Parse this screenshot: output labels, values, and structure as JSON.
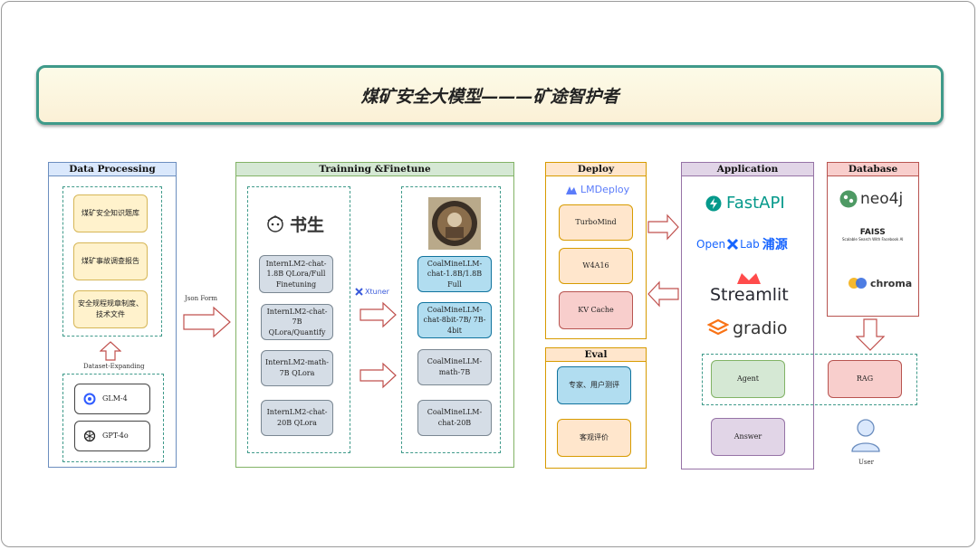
{
  "banner": {
    "title": "煤矿安全大模型———矿途智护者"
  },
  "data_processing": {
    "title": "Data Processing",
    "items": [
      "煤矿安全知识题库",
      "煤矿事故调查报告",
      "安全规程规章制度、技术文件"
    ],
    "expanding_label": "Dataset-Expanding",
    "models": [
      "GLM-4",
      "GPT-4o"
    ],
    "json_label": "Json Form"
  },
  "training": {
    "title": "Trainning &Finetune",
    "logo_text": "书生",
    "base_models": [
      "InternLM2-chat-1.8B QLora/Full Finetuning",
      "InternLM2-chat-7B QLora/Quantify",
      "InternLM2-math-7B QLora",
      "InternLM2-chat-20B QLora"
    ],
    "xtuner_label": "Xtuner",
    "finetuned_models": [
      "CoalMineLLM-chat-1.8B/1.8B Full",
      "CoalMineLLM-chat-8bit-7B/ 7B-4bit",
      "CoalMineLLM-math-7B",
      "CoalMineLLM-chat-20B"
    ]
  },
  "deploy": {
    "title": "Deploy",
    "logo_text": "LMDeploy",
    "items": [
      "TurboMind",
      "W4A16",
      "KV Cache"
    ]
  },
  "eval": {
    "title": "Eval",
    "items": [
      "专家、用户测评",
      "客观评价"
    ]
  },
  "application": {
    "title": "Application",
    "logos": {
      "fastapi": "FastAPI",
      "openxlab_a": "Open",
      "openxlab_b": "Lab",
      "openxlab_c": "浦源",
      "streamlit": "Streamlit",
      "gradio": "gradio"
    },
    "agent": "Agent",
    "answer": "Answer"
  },
  "database": {
    "title": "Database",
    "logos": {
      "neo4j": "neo4j",
      "faiss": "FAISS",
      "faiss_sub": "Scalable Search With Facebook AI",
      "chroma": "chroma"
    },
    "rag": "RAG"
  },
  "user": {
    "label": "User"
  },
  "colors": {
    "teal": "#3f9a8a",
    "arrow_red": "#c0504d",
    "fastapi": "#05998b",
    "openxlab": "#1664ff",
    "streamlit": "#ff4b4b",
    "gradio": "#f97316"
  }
}
